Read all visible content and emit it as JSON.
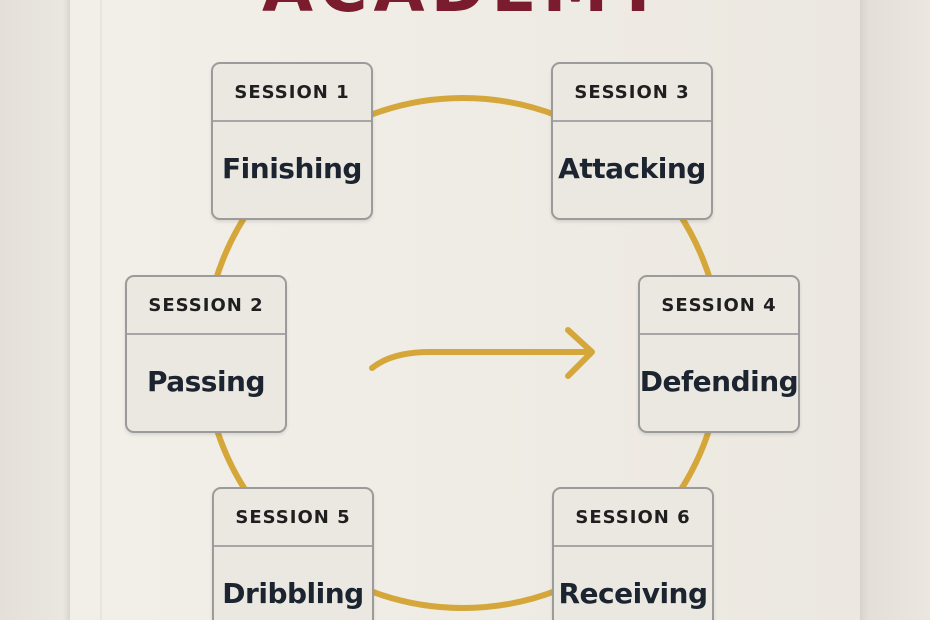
{
  "cover": {
    "title": "ACADEMY",
    "title_color": "#7a1c2e"
  },
  "cycle": {
    "connector_color": "#d5a73a",
    "sessions": [
      {
        "id": "session-1",
        "header": "SESSION 1",
        "topic": "Finishing"
      },
      {
        "id": "session-2",
        "header": "SESSION 2",
        "topic": "Passing"
      },
      {
        "id": "session-3",
        "header": "SESSION 3",
        "topic": "Attacking"
      },
      {
        "id": "session-4",
        "header": "SESSION 4",
        "topic": "Defending"
      },
      {
        "id": "session-5",
        "header": "SESSION 5",
        "topic": "Dribbling"
      },
      {
        "id": "session-6",
        "header": "SESSION 6",
        "topic": "Receiving"
      }
    ]
  }
}
